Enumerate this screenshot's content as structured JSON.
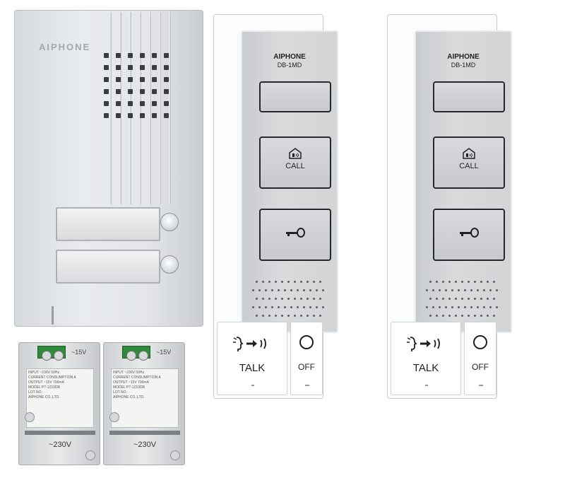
{
  "door_station": {
    "brand": "AIPHONE"
  },
  "transformers": [
    {
      "input_label": "~15V",
      "output_label": "~230V",
      "label_lines": [
        "INPUT ~230V 50Hz",
        "CURRENT CONSUMPTION A",
        "OUTPUT ~15V 700mA",
        "MODEL PT-1210DR",
        "LOT NO.",
        "AIPHONE CO.,LTD."
      ]
    },
    {
      "input_label": "~15V",
      "output_label": "~230V",
      "label_lines": [
        "INPUT ~230V 50Hz",
        "CURRENT CONSUMPTION A",
        "OUTPUT ~15V 700mA",
        "MODEL PT-1210DR",
        "LOT NO.",
        "AIPHONE CO.,LTD."
      ]
    }
  ],
  "handsets": [
    {
      "brand": "AIPHONE",
      "model": "DB-1MD",
      "call_label": "CALL",
      "talk_label": "TALK",
      "off_label": "OFF"
    },
    {
      "brand": "AIPHONE",
      "model": "DB-1MD",
      "call_label": "CALL",
      "talk_label": "TALK",
      "off_label": "OFF"
    }
  ],
  "icons": {
    "call": "building-chime-icon",
    "door_release": "key-icon",
    "talk": "speaking-head-icon",
    "off": "circle-off-icon"
  }
}
